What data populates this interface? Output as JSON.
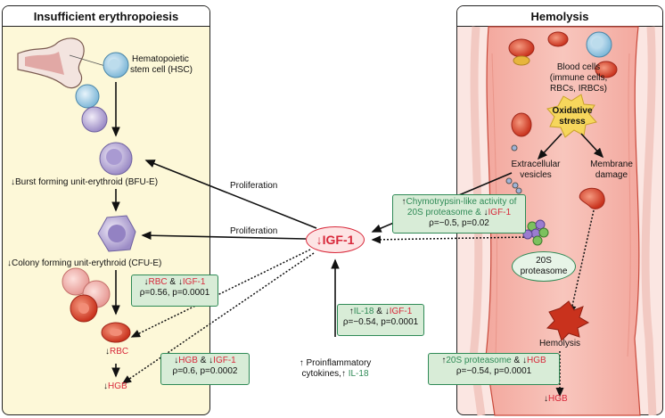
{
  "left_panel": {
    "title": "Insufficient erythropoiesis",
    "hsc_line1": "Hematopoietic",
    "hsc_line2": "stem cell (HSC)",
    "bfu": "Burst forming unit-erythroid (BFU-E)",
    "cfu": "Colony forming unit-erythroid (CFU-E)",
    "rbc": "RBC",
    "hgb": "HGB"
  },
  "right_panel": {
    "title": "Hemolysis",
    "blood_cells_line1": "Blood cells",
    "blood_cells_line2": "(immune cells,",
    "blood_cells_line3": "RBCs, IRBCs)",
    "oxidative_line1": "Oxidative",
    "oxidative_line2": "stress",
    "vesicles_line1": "Extracellular",
    "vesicles_line2": "vesicles",
    "membrane_line1": "Membrane",
    "membrane_line2": "damage",
    "proteasome_line1": "20S",
    "proteasome_line2": "proteasome",
    "hemolysis": "Hemolysis",
    "hgb": "HGB"
  },
  "center": {
    "igf": "IGF-1",
    "proliferation_1": "Proliferation",
    "proliferation_2": "Proliferation",
    "cytokines_line1": "Proinflammatory",
    "cytokines_line2": "cytokines,",
    "cytokines_il18": "IL-18"
  },
  "boxes": {
    "rbc_box": {
      "a": "RBC",
      "amp": " & ",
      "b": "IGF-1",
      "stats": "ρ=0.56, p=0.0001"
    },
    "hgb_box": {
      "a": "HGB",
      "amp": " & ",
      "b": "IGF-1",
      "stats": "ρ=0.6, p=0.0002"
    },
    "il18_box": {
      "a": "IL-18",
      "amp": " & ",
      "b": "IGF-1",
      "stats": "ρ=−0.54, p=0.0001"
    },
    "chymo_box": {
      "line1": "Chymotrypsin-like activity of",
      "line2a": "20S proteasome & ",
      "line2b": "IGF-1",
      "stats": "ρ=−0.5, p=0.02"
    },
    "prot_box": {
      "a": "20S proteasome",
      "amp": " & ",
      "b": "HGB",
      "stats": "ρ=−0.54, p=0.0001"
    }
  },
  "arrows": {
    "up": "↑",
    "down": "↓"
  },
  "colors": {
    "red": "#d8283a",
    "green": "#2f8a56",
    "left_bg": "#fdf8d8",
    "right_bg": "#fbe6e2"
  }
}
